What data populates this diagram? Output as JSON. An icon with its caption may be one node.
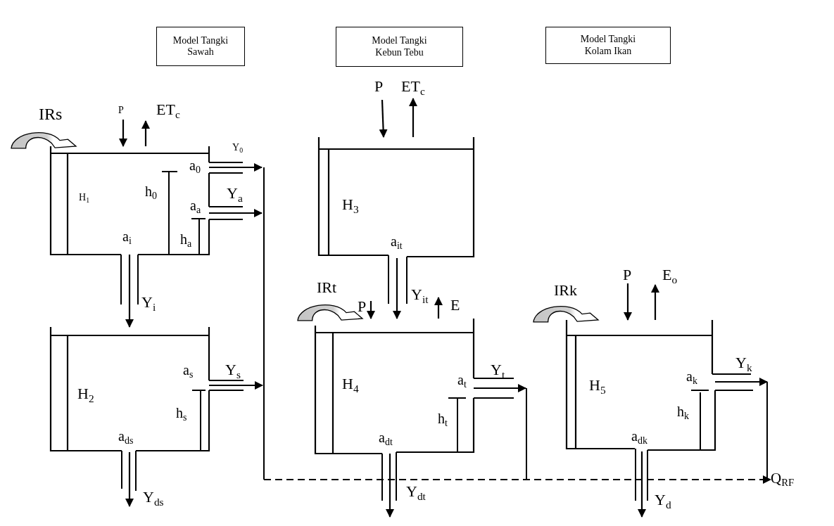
{
  "diagram": {
    "nodes": [
      {
        "text": [
          "Model Tangki Sawah"
        ]
      },
      {
        "text": [
          "Model Tangki Kebun Tebu"
        ]
      },
      {
        "text": [
          "Model Tangki Kolam Ikan"
        ]
      },
      {
        "text": [
          "H$_{1}$"
        ]
      },
      {
        "text": [
          "H$_{2}$"
        ]
      },
      {
        "text": [
          "H$_{3}$"
        ]
      },
      {
        "text": [
          "H$_{4}$"
        ]
      },
      {
        "text": [
          "H$_{5}$"
        ]
      },
      {
        "text": [
          "Q$_{RF}$"
        ]
      }
    ],
    "edges": [
      {
        "from": null,
        "to": 3,
        "arrow": "to",
        "label": "IRs",
        "style": "thick"
      },
      {
        "from": null,
        "to": 3,
        "arrow": "to",
        "label": "P"
      },
      {
        "from": 3,
        "to": null,
        "arrow": "to",
        "label": "ET$_{c}$"
      },
      {
        "from": 3,
        "to": null,
        "arrow": "to",
        "label": "Y$_{0}$"
      },
      {
        "from": 3,
        "to": null,
        "arrow": "to",
        "label": "Y$_{a}$"
      },
      {
        "from": 3,
        "to": 4,
        "arrow": "to",
        "label": "Y$_{i}$"
      },
      {
        "from": 4,
        "to": null,
        "arrow": "to",
        "label": "Y$_{s}$"
      },
      {
        "from": 4,
        "to": null,
        "arrow": "to",
        "label": "Y$_{ds}$"
      },
      {
        "from": null,
        "to": 5,
        "arrow": "to",
        "label": "P"
      },
      {
        "from": 5,
        "to": null,
        "arrow": "to",
        "label": "ET$_{c}$"
      },
      {
        "from": 5,
        "to": 6,
        "arrow": "to",
        "label": "Y$_{it}$"
      },
      {
        "from": null,
        "to": 6,
        "arrow": "to",
        "label": "IRt",
        "style": "thick"
      },
      {
        "from": null,
        "to": 6,
        "arrow": "to",
        "label": "P"
      },
      {
        "from": 6,
        "to": null,
        "arrow": "to",
        "label": "E"
      },
      {
        "from": 6,
        "to": null,
        "arrow": "to",
        "label": "Y$_{t}$"
      },
      {
        "from": 6,
        "to": null,
        "arrow": "to",
        "label": "Y$_{dt}$"
      },
      {
        "from": null,
        "to": 7,
        "arrow": "to",
        "label": "IRk",
        "style": "thick"
      },
      {
        "from": null,
        "to": 7,
        "arrow": "to",
        "label": "P"
      },
      {
        "from": 7,
        "to": null,
        "arrow": "to",
        "label": "E$_{o}$"
      },
      {
        "from": 7,
        "to": null,
        "arrow": "to",
        "label": "Y$_{k}$"
      },
      {
        "from": 7,
        "to": null,
        "arrow": "to",
        "label": "Y$_{d}$"
      },
      {
        "from": null,
        "to": 8,
        "arrow": "to",
        "style": "dashed"
      }
    ],
    "labels": [
      "a$_{0}$",
      "h$_{0}$",
      "a$_{a}$",
      "a$_{i}$",
      "h$_{a}$",
      "a$_{s}$",
      "h$_{s}$",
      "a$_{ds}$",
      "a$_{it}$",
      "a$_{t}$",
      "h$_{t}$",
      "a$_{dt}$",
      "a$_{k}$",
      "h$_{k}$",
      "a$_{dk}$"
    ]
  }
}
